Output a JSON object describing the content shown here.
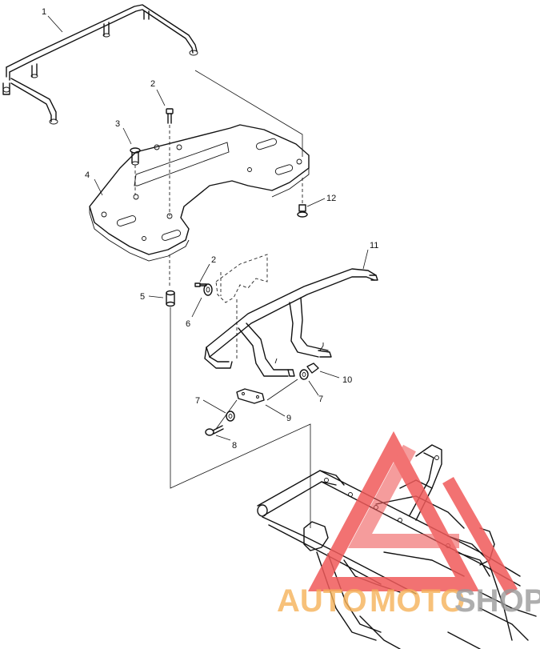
{
  "diagram": {
    "callouts": [
      {
        "id": "c1",
        "label": "1"
      },
      {
        "id": "c2a",
        "label": "2"
      },
      {
        "id": "c3",
        "label": "3"
      },
      {
        "id": "c4",
        "label": "4"
      },
      {
        "id": "c12",
        "label": "12"
      },
      {
        "id": "c11",
        "label": "11"
      },
      {
        "id": "c2b",
        "label": "2"
      },
      {
        "id": "c5",
        "label": "5"
      },
      {
        "id": "c6",
        "label": "6"
      },
      {
        "id": "c10",
        "label": "10"
      },
      {
        "id": "c7a",
        "label": "7"
      },
      {
        "id": "c7b",
        "label": "7"
      },
      {
        "id": "c9",
        "label": "9"
      },
      {
        "id": "c8",
        "label": "8"
      }
    ]
  },
  "watermark": {
    "text_a": "AUTO",
    "text_b": "MOTO",
    "text_c": "SHOP",
    "color_triangle": "#f05a5a",
    "color_text_orange": "#f6b25a",
    "color_text_gray": "#9a9a9a"
  }
}
